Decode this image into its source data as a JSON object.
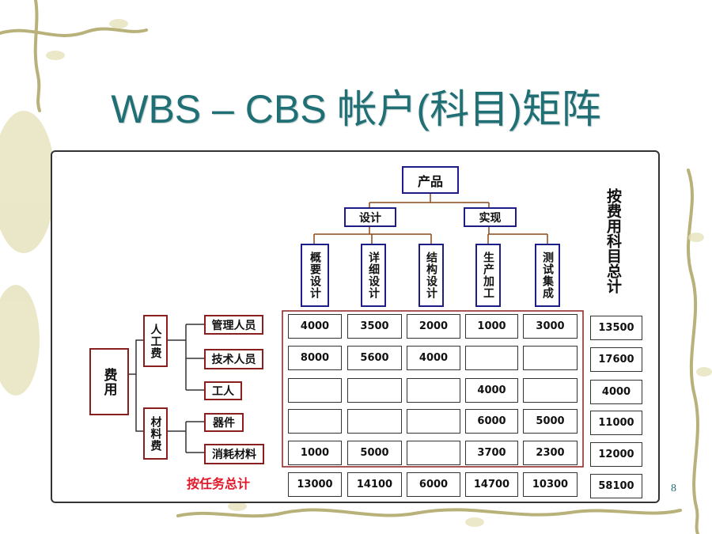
{
  "title": "WBS – CBS 帐户(科目)矩阵",
  "page_number": "8",
  "tree": {
    "root": "产品",
    "branches": [
      "设计",
      "实现"
    ],
    "tasks": [
      "概要设计",
      "详细设计",
      "结构设计",
      "生产加工",
      "测试集成"
    ]
  },
  "cost_tree": {
    "root": "费用",
    "groups": [
      "人工费",
      "材料费"
    ],
    "items": [
      "管理人员",
      "技术人员",
      "工人",
      "器件",
      "消耗材料"
    ]
  },
  "row_total_label": "按费用科目总计",
  "col_total_label": "按任务总计",
  "matrix": [
    [
      "4000",
      "3500",
      "2000",
      "1000",
      "3000"
    ],
    [
      "8000",
      "5600",
      "4000",
      "",
      ""
    ],
    [
      "",
      "",
      "",
      "4000",
      ""
    ],
    [
      "",
      "",
      "",
      "6000",
      "5000"
    ],
    [
      "1000",
      "5000",
      "",
      "3700",
      "2300"
    ]
  ],
  "row_totals": [
    "13500",
    "17600",
    "4000",
    "11000",
    "12000"
  ],
  "col_totals": [
    "13000",
    "14100",
    "6000",
    "14700",
    "10300"
  ],
  "grand_total": "58100",
  "colors": {
    "title": "#1f6f74",
    "navy": "#1d1d88",
    "maroon": "#8a1f1f",
    "accent_red": "#e0182a"
  }
}
